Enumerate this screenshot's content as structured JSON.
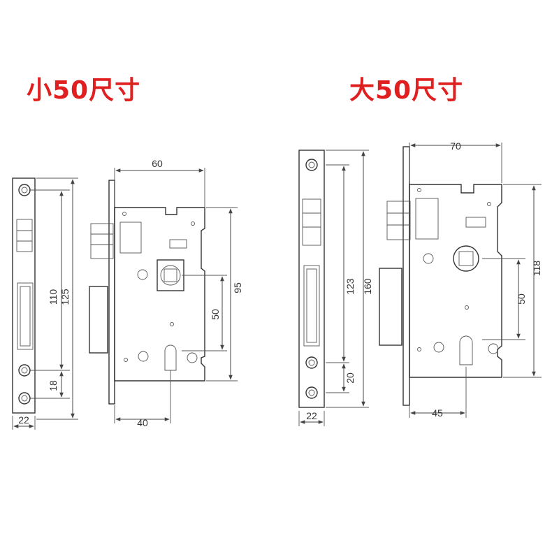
{
  "titles": {
    "small": "小50尺寸",
    "large": "大50尺寸"
  },
  "small_lock": {
    "faceplate_width": "22",
    "height_110": "110",
    "height_125": "125",
    "spacing_18": "18",
    "body_width": "60",
    "body_height": "95",
    "center_50": "50",
    "backset": "40"
  },
  "large_lock": {
    "faceplate_width": "22",
    "height_123": "123",
    "height_160": "160",
    "spacing_20": "20",
    "body_width": "70",
    "body_height": "118",
    "center_50": "50",
    "backset": "45"
  },
  "colors": {
    "title": "#e02020",
    "line": "#444444"
  }
}
